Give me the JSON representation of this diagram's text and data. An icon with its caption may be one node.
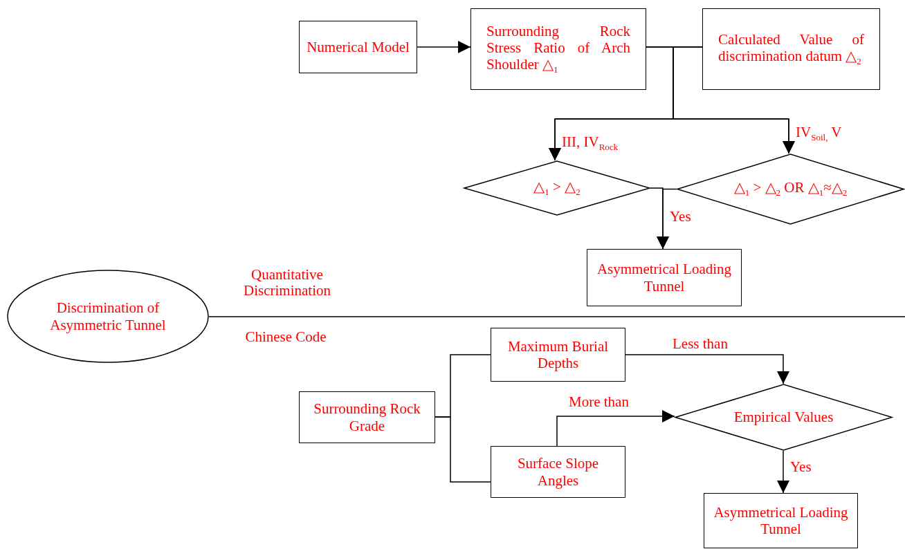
{
  "diagram": {
    "nodes": [
      {
        "text": [
          "Discrimination of Asymmetric Tunnel"
        ]
      },
      {
        "text": [
          "Numerical Model"
        ]
      },
      {
        "text": [
          "Surrounding Rock Stress Ratio of Arch Shoulder △$_{1}$"
        ]
      },
      {
        "text": [
          "Calculated Value of discrimination datum △$_{2}$"
        ]
      },
      {
        "text": [
          "△$_{1}$ > △$_{2}$"
        ]
      },
      {
        "text": [
          "△$_{1}$ > △$_{2}$ OR △$_{1}$≈△$_{2}$"
        ]
      },
      {
        "text": [
          "Asymmetrical Loading Tunnel"
        ]
      },
      {
        "text": [
          "Surrounding Rock Grade"
        ]
      },
      {
        "text": [
          "Maximum Burial Depths"
        ]
      },
      {
        "text": [
          "Surface Slope Angles"
        ]
      },
      {
        "text": [
          "Empirical Values"
        ]
      },
      {
        "text": [
          "Asymmetrical Loading Tunnel"
        ]
      }
    ],
    "edges": [
      {
        "from": 1,
        "to": 2,
        "arrow": "to"
      },
      {
        "from": 2,
        "to": 4,
        "arrow": "to",
        "label": "III, IV$_{Rock}$"
      },
      {
        "from": 3,
        "to": 4,
        "arrow": "to"
      },
      {
        "from": 2,
        "to": 5,
        "arrow": "to",
        "label": "IV$_{Soil,}$ V"
      },
      {
        "from": 3,
        "to": 5,
        "arrow": "to"
      },
      {
        "from": 4,
        "to": 6,
        "arrow": "to",
        "label": "Yes"
      },
      {
        "from": 5,
        "to": 6,
        "arrow": "to"
      },
      {
        "from": 0,
        "to": null,
        "arrow": "none"
      },
      {
        "from": 7,
        "to": 8,
        "arrow": "none"
      },
      {
        "from": 7,
        "to": 9,
        "arrow": "none"
      },
      {
        "from": 8,
        "to": 10,
        "arrow": "to",
        "label": "Less than"
      },
      {
        "from": 9,
        "to": 10,
        "arrow": "to",
        "label": "More than"
      },
      {
        "from": 10,
        "to": 11,
        "arrow": "to",
        "label": "Yes"
      }
    ],
    "labels": [
      "Quantitative Discrimination",
      "Chinese Code"
    ]
  }
}
